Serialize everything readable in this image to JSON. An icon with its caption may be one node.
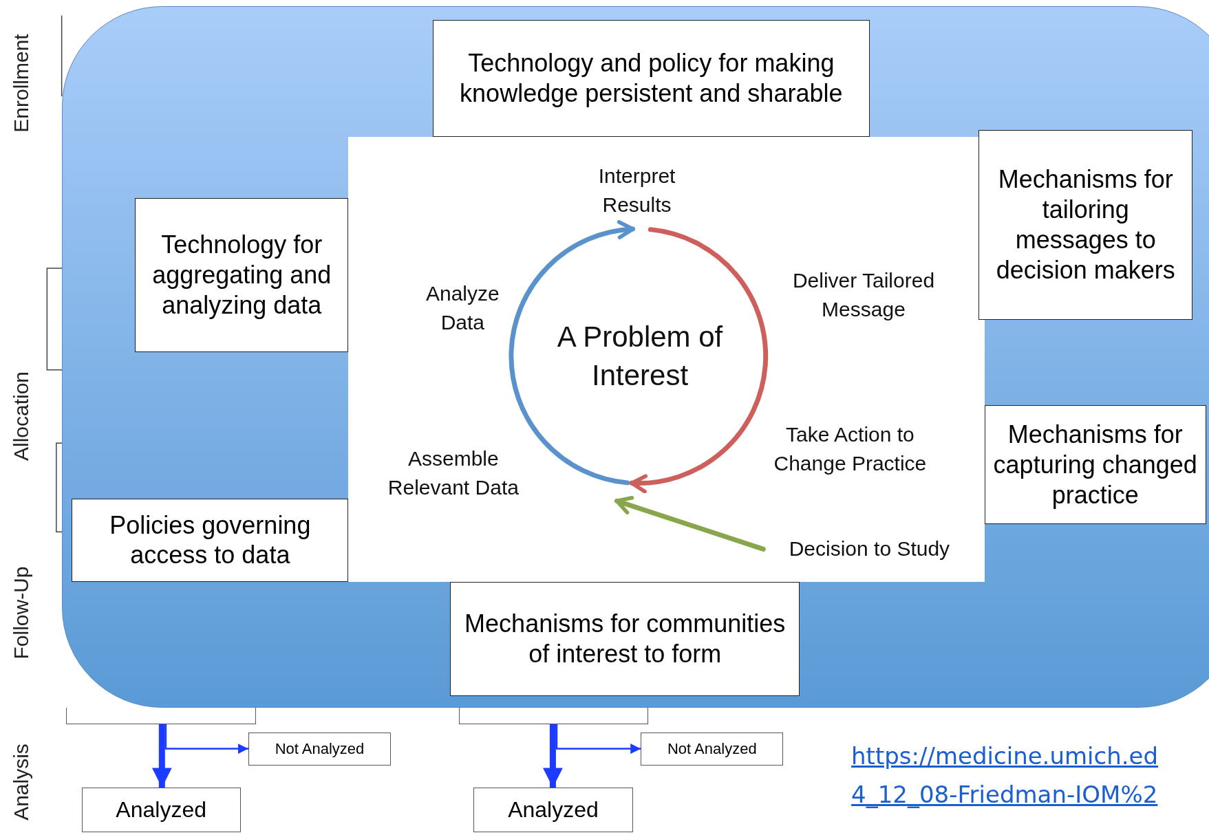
{
  "diagram": {
    "nodes": [
      {
        "text": [
          "Technology and policy for making knowledge persistent and sharable"
        ]
      },
      {
        "text": [
          "Technology for aggregating and analyzing data"
        ]
      },
      {
        "text": [
          "Mechanisms for tailoring messages to decision makers"
        ]
      },
      {
        "text": [
          "Mechanisms for capturing changed practice"
        ]
      },
      {
        "text": [
          "Policies governing access to data"
        ]
      },
      {
        "text": [
          "Mechanisms for communities of interest to form"
        ]
      },
      {
        "text": [
          "Interpret Results"
        ]
      },
      {
        "text": [
          "Deliver Tailored Message"
        ]
      },
      {
        "text": [
          "Take Action to Change Practice"
        ]
      },
      {
        "text": [
          "Decision to Study"
        ]
      },
      {
        "text": [
          "Assemble Relevant Data"
        ]
      },
      {
        "text": [
          "Analyze Data"
        ]
      },
      {
        "text": [
          "A Problem of Interest"
        ]
      },
      {
        "text": [],
        "shape": "box"
      },
      {
        "text": [],
        "shape": "box"
      },
      {
        "text": [
          "Not Analyzed"
        ]
      },
      {
        "text": [
          "Analyzed"
        ]
      },
      {
        "text": [
          "Not Analyzed"
        ]
      },
      {
        "text": [
          "Analyzed"
        ]
      }
    ],
    "edges": [
      {
        "from": null,
        "to": 6,
        "arrow": "to",
        "color": "#5a93cc"
      },
      {
        "from": 6,
        "to": null,
        "arrow": "to",
        "color": "#cd5f5c"
      },
      {
        "from": 9,
        "to": null,
        "arrow": "to",
        "color": "#8aa64c"
      },
      {
        "from": 13,
        "to": 16,
        "arrow": "to",
        "color": "#1b3bff"
      },
      {
        "from": 13,
        "to": 15,
        "arrow": "to",
        "color": "#1b3bff"
      },
      {
        "from": 14,
        "to": 18,
        "arrow": "to",
        "color": "#1b3bff"
      },
      {
        "from": 14,
        "to": 17,
        "arrow": "to",
        "color": "#1b3bff"
      }
    ],
    "labels": [
      "Enrollment",
      "Allocation",
      "Follow-Up",
      "Analysis",
      "https://medicine.umich.ed",
      "4_12_08-Friedman-IOM%2"
    ]
  }
}
